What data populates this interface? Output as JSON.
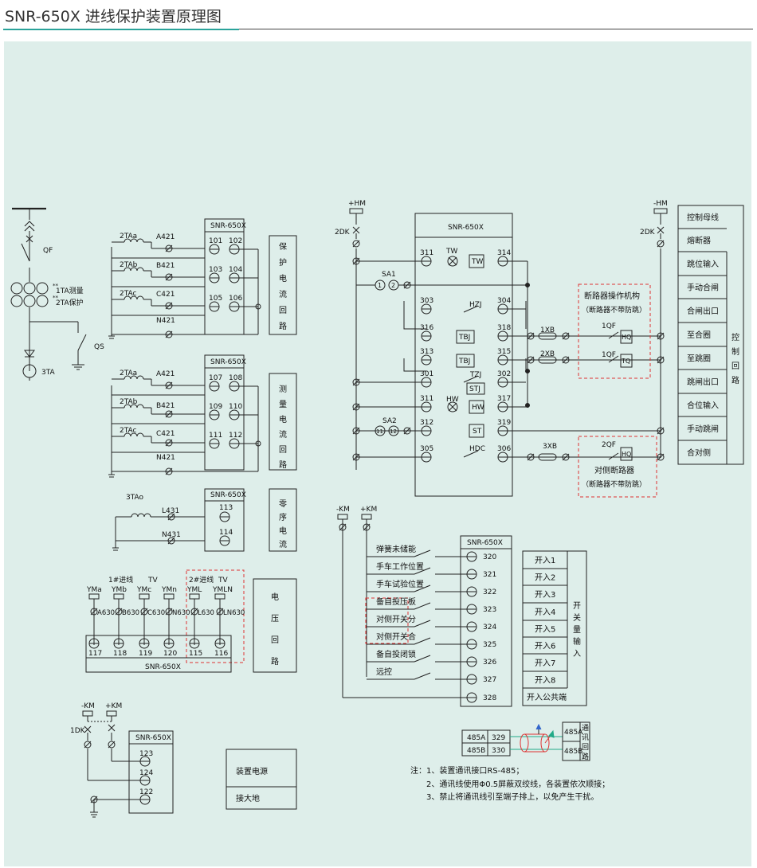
{
  "title": "SNR-650X 进线保护装置原理图",
  "device": "SNR-650X",
  "labels": {
    "qf": "QF",
    "qs": "QS",
    "ta3": "3TA",
    "ta1": "1TA测量",
    "ta2": "2TA保护",
    "tka": "2TAa",
    "tkb": "2TAb",
    "tkc": "2TAc",
    "tao": "3TAo",
    "a421": "A421",
    "b421": "B421",
    "c421": "C421",
    "n421": "N421",
    "l431": "L431",
    "n431": "N431",
    "hm_p": "+HM",
    "hm_n": "-HM",
    "dk2a": "2DK",
    "dk2b": "2DK",
    "sa1": "SA1",
    "sa2": "SA2",
    "tw": "TW",
    "hw": "HW",
    "hzj": "HZJ",
    "tbj": "TBJ",
    "tzj": "TZJ",
    "stj": "STJ",
    "st": "ST",
    "hdc": "HDC",
    "xb1": "1XB",
    "xb2": "2XB",
    "xb3": "3XB",
    "qf1a": "1QF",
    "qf1b": "1QF",
    "qf2": "2QF",
    "hq": "HQ",
    "tq": "TQ",
    "hq2": "HQ",
    "mech1": "断路器操作机构",
    "mech2": "（断路器不带防跳）",
    "opp1": "对侧断路器",
    "opp2": "（断路器不带防跳）",
    "km_n1": "-KM",
    "km_p1": "+KM",
    "km_n2": "-KM",
    "km_p2": "+KM",
    "dk1": "1DK",
    "tv1": "1#进线",
    "tv1b": "TV",
    "tv2": "2#进线",
    "tv2b": "TV",
    "power": "装置电源",
    "ground": "接大地"
  },
  "groups": {
    "prot": [
      "保",
      "护",
      "电",
      "流",
      "回",
      "路"
    ],
    "meas": [
      "测",
      "量",
      "电",
      "流",
      "回",
      "路"
    ],
    "zero": [
      "零",
      "序",
      "电",
      "流"
    ],
    "volt": [
      "电",
      "压",
      "回",
      "路"
    ],
    "ctrl": [
      "控",
      "制",
      "回",
      "路"
    ],
    "bin": [
      "开",
      "关",
      "量",
      "输",
      "入"
    ],
    "comm": [
      "通",
      "讯",
      "回",
      "路"
    ]
  },
  "prot_terms": [
    "101",
    "102",
    "103",
    "104",
    "105",
    "106"
  ],
  "meas_terms": [
    "107",
    "108",
    "109",
    "110",
    "111",
    "112"
  ],
  "zero_terms": [
    "113",
    "114"
  ],
  "volt_top": [
    "YMa",
    "YMb",
    "YMc",
    "YMn",
    "YML",
    "YMLN"
  ],
  "volt_wires": [
    "A630",
    "B630",
    "C630",
    "N630",
    "L630",
    "LN630"
  ],
  "volt_terms": [
    "117",
    "118",
    "119",
    "120",
    "115",
    "116"
  ],
  "ctrl_rows": [
    {
      "l": "311",
      "r": "314"
    },
    {
      "l": "303",
      "r": "304"
    },
    {
      "l": "316",
      "r": "318"
    },
    {
      "l": "313",
      "r": "315"
    },
    {
      "l": "301",
      "r": "302"
    },
    {
      "l": "311",
      "r": "317"
    },
    {
      "l": "312",
      "r": "319"
    },
    {
      "l": "305",
      "r": "306"
    }
  ],
  "ctrl_legend": [
    "控制母线",
    "熔断器",
    "跳位输入",
    "手动合闸",
    "合闸出口",
    "至合圈",
    "至跳圈",
    "跳闸出口",
    "合位输入",
    "手动跳闸",
    "合对侧"
  ],
  "bin_inputs": [
    "弹簧未储能",
    "手车工作位置",
    "手车试验位置",
    "备自投压板",
    "对侧开关分",
    "对侧开关合",
    "备自投闭锁",
    "远控"
  ],
  "bin_terms": [
    "320",
    "321",
    "322",
    "323",
    "324",
    "325",
    "326",
    "327",
    "328"
  ],
  "bin_outputs": [
    "开入1",
    "开入2",
    "开入3",
    "开入4",
    "开入5",
    "开入6",
    "开入7",
    "开入8",
    "开入公共端"
  ],
  "power_terms": [
    "123",
    "124",
    "122"
  ],
  "comm": {
    "a": "485A",
    "b": "485B",
    "ta": "329",
    "tb": "330",
    "ra": "485A",
    "rb": "485B"
  },
  "notes": [
    "注：1、装置通讯接口RS-485；",
    "2、通讯线使用Φ0.5屏蔽双绞线，各装置依次顺接；",
    "3、禁止将通讯线引至端子排上，以免产生干扰。"
  ]
}
